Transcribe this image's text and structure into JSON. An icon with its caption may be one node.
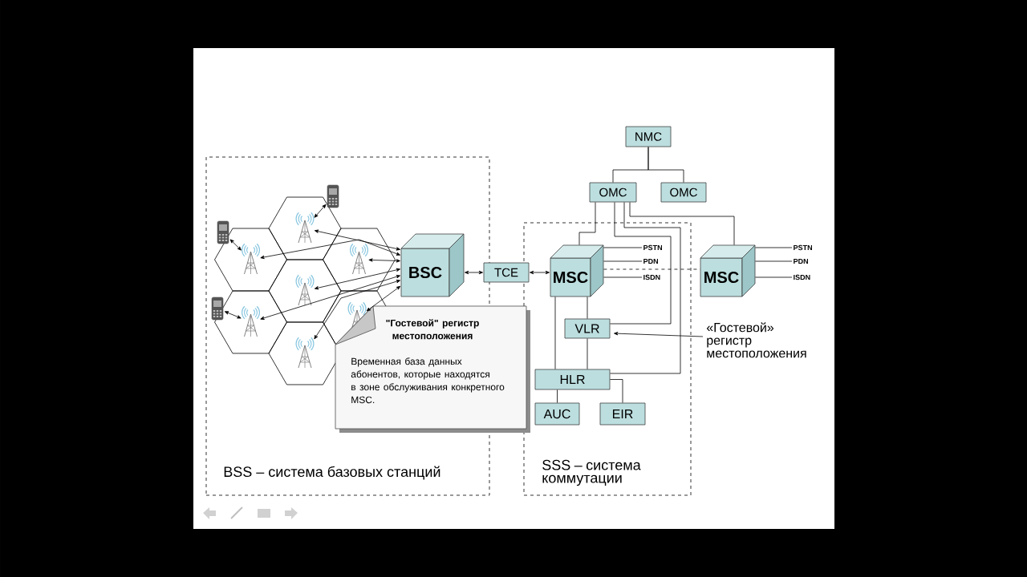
{
  "diagram": {
    "nodes": [
      {
        "text": [
          "BSS – система базовых станций"
        ]
      },
      {
        "text": [
          "SSS – система коммутации"
        ]
      },
      {
        "text": [],
        "shape": "picture",
        "in": 0
      },
      {
        "text": [],
        "shape": "picture",
        "in": 0
      },
      {
        "text": [],
        "shape": "picture",
        "in": 0
      },
      {
        "text": [],
        "shape": "picture",
        "in": 0
      },
      {
        "text": [],
        "shape": "picture",
        "in": 0
      },
      {
        "text": [],
        "shape": "picture",
        "in": 0
      },
      {
        "text": [],
        "shape": "picture",
        "in": 0
      },
      {
        "text": [],
        "shape": "picture",
        "in": 0
      },
      {
        "text": [],
        "shape": "picture",
        "in": 0
      },
      {
        "text": [],
        "shape": "picture",
        "in": 0
      },
      {
        "text": [
          "BSC"
        ],
        "in": 0
      },
      {
        "text": [
          "TCE"
        ]
      },
      {
        "text": [
          "NMC"
        ]
      },
      {
        "text": [
          "OMC"
        ]
      },
      {
        "text": [
          "OMC"
        ]
      },
      {
        "text": [
          "MSC"
        ],
        "in": 1
      },
      {
        "text": [
          "PSTN"
        ],
        "in": 1
      },
      {
        "text": [
          "PDN"
        ],
        "in": 1
      },
      {
        "text": [
          "ISDN"
        ],
        "in": 1
      },
      {
        "text": [
          "MSC"
        ]
      },
      {
        "text": [
          "PSTN"
        ]
      },
      {
        "text": [
          "PDN"
        ]
      },
      {
        "text": [
          "ISDN"
        ]
      },
      {
        "text": [
          "VLR"
        ],
        "in": 1
      },
      {
        "text": [
          "HLR"
        ],
        "in": 1
      },
      {
        "text": [
          "AUC"
        ],
        "in": 1
      },
      {
        "text": [
          "EIR"
        ],
        "in": 1
      },
      {
        "text": [
          "\"Гостевой\" регистр местоположения",
          "Временная база данных абонентов, которые находятся в зоне обслуживания конкретного MSC."
        ]
      },
      {
        "text": [
          "«Гостевой» регистр местоположения"
        ]
      }
    ],
    "edges": [
      {
        "from": 9,
        "to": 2,
        "arrow": "both"
      },
      {
        "from": 10,
        "to": 3,
        "arrow": "both"
      },
      {
        "from": 11,
        "to": 6,
        "arrow": "both"
      },
      {
        "from": 2,
        "to": 12,
        "arrow": "both"
      },
      {
        "from": 3,
        "to": 12,
        "arrow": "both"
      },
      {
        "from": 4,
        "to": 12,
        "arrow": "both"
      },
      {
        "from": 5,
        "to": 12,
        "arrow": "both"
      },
      {
        "from": 6,
        "to": 12,
        "arrow": "both"
      },
      {
        "from": 7,
        "to": 12,
        "arrow": "both"
      },
      {
        "from": 8,
        "to": 12,
        "arrow": "both"
      },
      {
        "from": 12,
        "to": 13,
        "arrow": "both"
      },
      {
        "from": 13,
        "to": 17,
        "arrow": "both"
      },
      {
        "from": 14,
        "to": 15,
        "arrow": "none"
      },
      {
        "from": 14,
        "to": 16,
        "arrow": "none"
      },
      {
        "from": 15,
        "to": 17,
        "arrow": "none"
      },
      {
        "from": 15,
        "to": 25,
        "arrow": "none"
      },
      {
        "from": 15,
        "to": 26,
        "arrow": "none"
      },
      {
        "from": 15,
        "to": 21,
        "arrow": "none"
      },
      {
        "from": 17,
        "to": 18,
        "arrow": "none"
      },
      {
        "from": 17,
        "to": 19,
        "arrow": "none"
      },
      {
        "from": 17,
        "to": 20,
        "arrow": "none"
      },
      {
        "from": 17,
        "to": 21,
        "arrow": "none",
        "style": "dashed"
      },
      {
        "from": 21,
        "to": 22,
        "arrow": "none"
      },
      {
        "from": 21,
        "to": 23,
        "arrow": "none"
      },
      {
        "from": 21,
        "to": 24,
        "arrow": "none"
      },
      {
        "from": 17,
        "to": 25,
        "arrow": "none"
      },
      {
        "from": 17,
        "to": 26,
        "arrow": "none"
      },
      {
        "from": 25,
        "to": 26,
        "arrow": "none"
      },
      {
        "from": 26,
        "to": 27,
        "arrow": "none"
      },
      {
        "from": 26,
        "to": 28,
        "arrow": "none"
      },
      {
        "from": 30,
        "to": 25,
        "arrow": "to"
      }
    ]
  }
}
